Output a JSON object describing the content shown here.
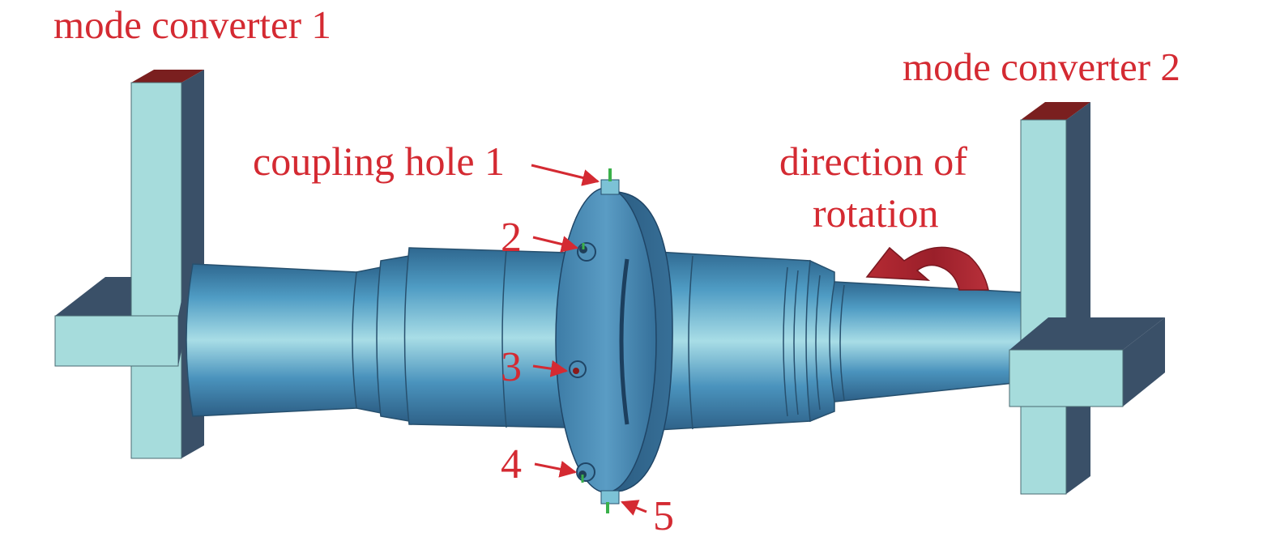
{
  "labels": {
    "mode_converter_1": "mode converter 1",
    "mode_converter_2": "mode converter 2",
    "coupling_hole_1": "coupling hole 1",
    "direction_line1": "direction of",
    "direction_line2": "rotation",
    "hole_2": "2",
    "hole_3": "3",
    "hole_4": "4",
    "hole_5": "5"
  },
  "colors": {
    "annotation": "#d42a32",
    "rotation_arrow": "#a8232d",
    "body_light": "#a6dde6",
    "body_mid": "#52a8cc",
    "body_dark": "#2e5f86",
    "converter_front": "#a6dcdc",
    "converter_side": "#3a5068",
    "converter_port": "#7a1f1f",
    "coupler_pin": "#3ab04a"
  }
}
